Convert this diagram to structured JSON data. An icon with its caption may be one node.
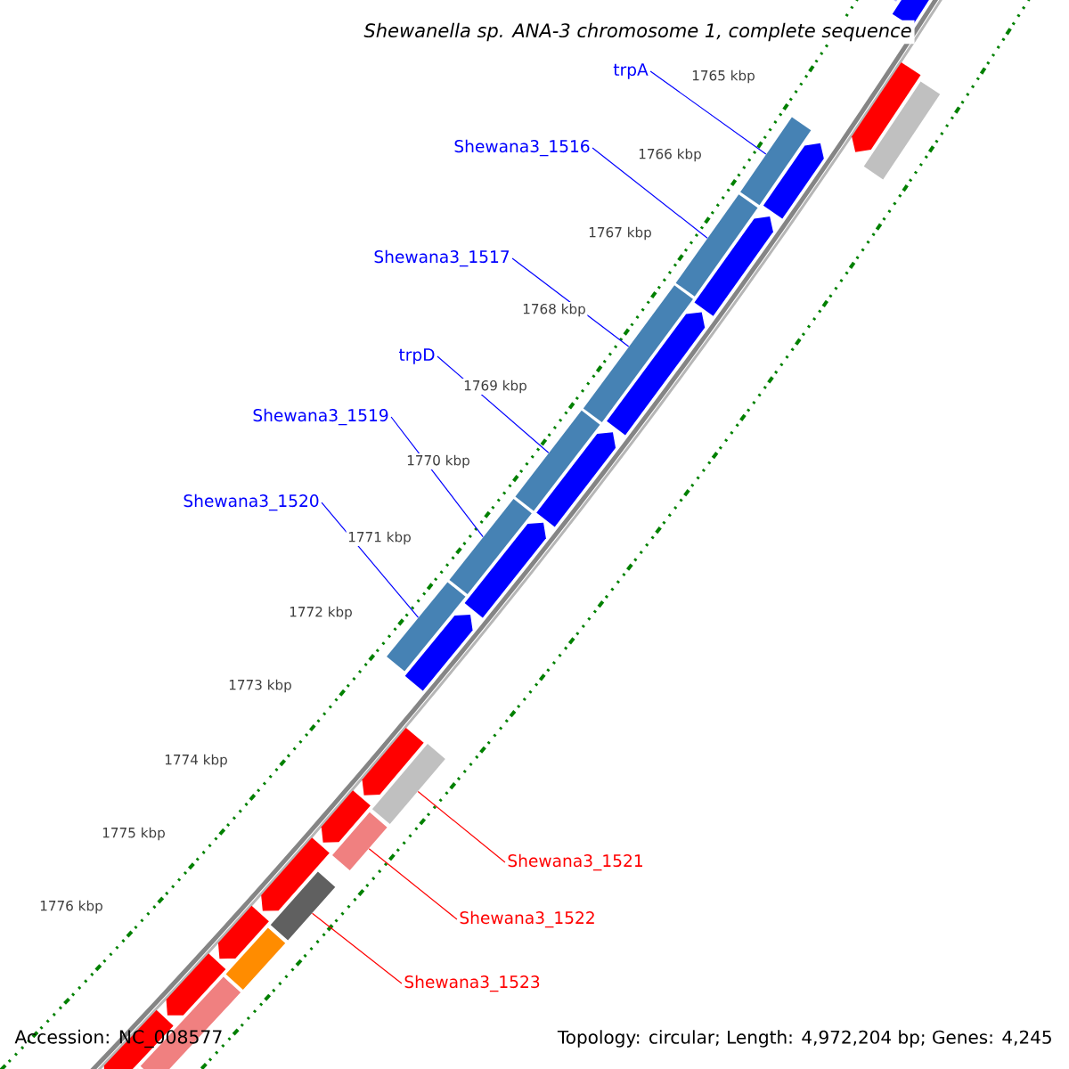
{
  "diagram": {
    "title": "Shewanella sp. ANA-3 chromosome 1, complete sequence",
    "nodes": [
      {
        "text": [
          "trpA"
        ]
      },
      {
        "text": [
          "Shewana3_1516"
        ]
      },
      {
        "text": [
          "Shewana3_1517"
        ]
      },
      {
        "text": [
          "trpD"
        ]
      },
      {
        "text": [
          "Shewana3_1519"
        ]
      },
      {
        "text": [
          "Shewana3_1520"
        ]
      },
      {
        "text": [
          "Shewana3_1521"
        ]
      },
      {
        "text": [
          "Shewana3_1522"
        ]
      },
      {
        "text": [
          "Shewana3_1523"
        ]
      },
      {
        "text": [],
        "shape": "bar"
      },
      {
        "text": [],
        "shape": "bar"
      },
      {
        "text": [],
        "shape": "bar"
      },
      {
        "text": [],
        "shape": "bar"
      },
      {
        "text": [],
        "shape": "bar"
      },
      {
        "text": [],
        "shape": "bar"
      },
      {
        "text": [],
        "shape": "bar"
      },
      {
        "text": [],
        "shape": "bar"
      },
      {
        "text": [],
        "shape": "bar"
      }
    ],
    "edges": [
      {
        "from": 0,
        "to": 9,
        "arrow": "none"
      },
      {
        "from": 1,
        "to": 10,
        "arrow": "none"
      },
      {
        "from": 2,
        "to": 11,
        "arrow": "none"
      },
      {
        "from": 3,
        "to": 12,
        "arrow": "none"
      },
      {
        "from": 4,
        "to": 13,
        "arrow": "none"
      },
      {
        "from": 5,
        "to": 14,
        "arrow": "none"
      },
      {
        "from": 6,
        "to": 15,
        "arrow": "none",
        "color": "#ff0000"
      },
      {
        "from": 7,
        "to": 16,
        "arrow": "none",
        "color": "#ff0000"
      },
      {
        "from": 8,
        "to": 17,
        "arrow": "none",
        "color": "#ff0000"
      }
    ],
    "labels": [
      "1765 kbp",
      "1766 kbp",
      "1767 kbp",
      "1768 kbp",
      "1769 kbp",
      "1770 kbp",
      "1771 kbp",
      "1772 kbp",
      "1773 kbp",
      "1774 kbp",
      "1775 kbp",
      "1776 kbp",
      "Accession: NC_008577",
      "Topology: circular; Length: 4,972,204 bp; Genes: 4,245"
    ]
  }
}
